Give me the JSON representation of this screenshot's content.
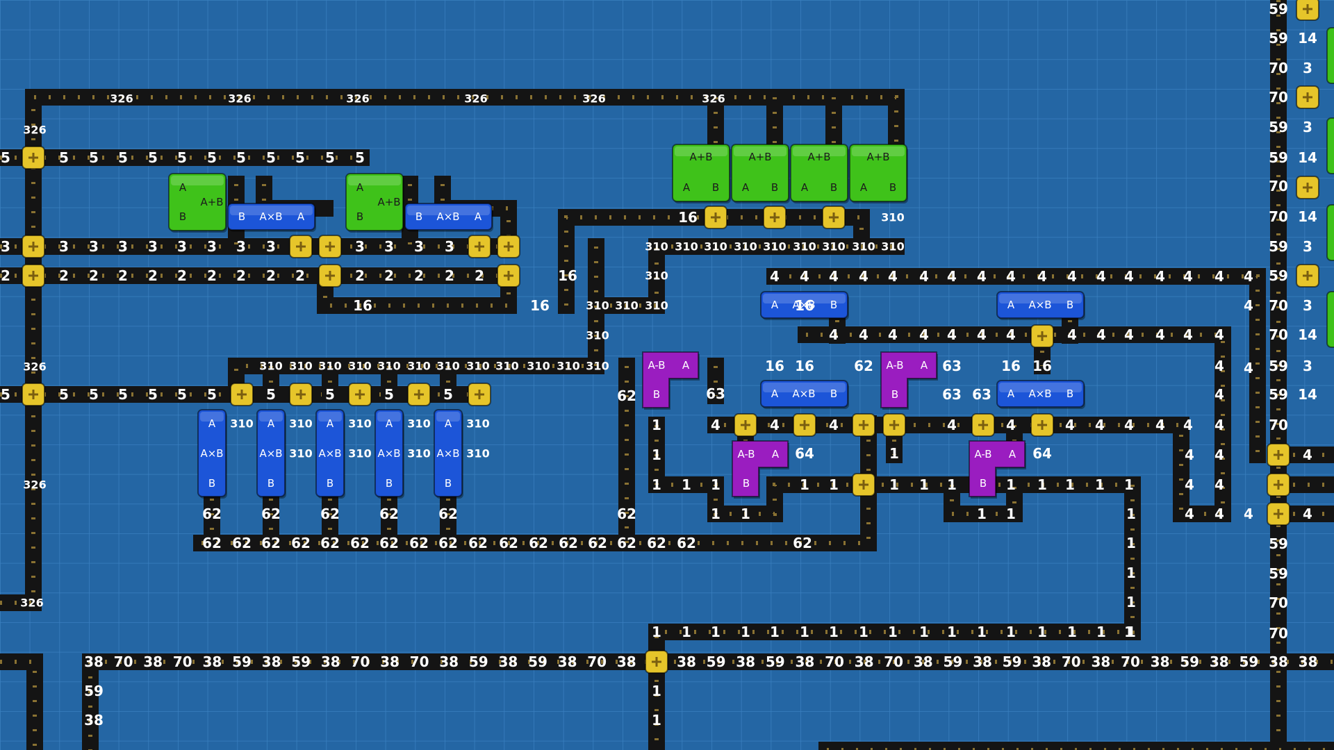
{
  "colors": {
    "background": "#2466a4",
    "grid_line": "#3a80c0",
    "belt": "#141414",
    "belt_arrow": "#8a7232",
    "junction": "#e6c52a",
    "adder_block": "#3fc21a",
    "multiplier_block": "#1c55d8",
    "subtractor_block": "#9a1dc0"
  },
  "operators": {
    "add": "A+B",
    "multiply": "A×B",
    "subtract": "A-B",
    "port_a": "A",
    "port_b": "B"
  },
  "icons": {
    "junction": "yellow-plus-junction-icon",
    "belt_direction": "chevron-arrow-icon"
  },
  "values": {
    "v326": "326",
    "v310": "310",
    "v64": "64",
    "v63": "63",
    "v62": "62",
    "v70": "70",
    "v59": "59",
    "v38": "38",
    "v16": "16",
    "v14": "14",
    "v5": "5",
    "v4": "4",
    "v3": "3",
    "v2": "2",
    "v1": "1"
  }
}
